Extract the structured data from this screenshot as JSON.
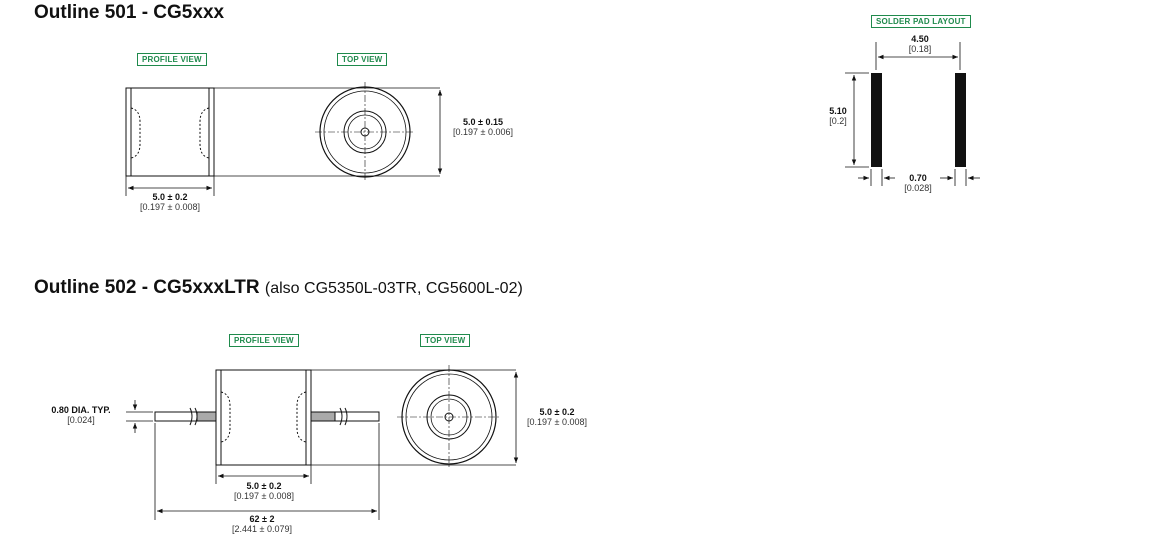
{
  "outline501": {
    "title": "Outline 501 - CG5xxx",
    "profile_label": "PROFILE VIEW",
    "top_label": "TOP VIEW",
    "width_mm": "5.0 ± 0.2",
    "width_in": "[0.197 ± 0.008]",
    "dia_mm": "5.0 ± 0.15",
    "dia_in": "[0.197 ± 0.006]"
  },
  "solder_pad": {
    "label": "SOLDER PAD LAYOUT",
    "span_mm": "4.50",
    "span_in": "[0.18]",
    "height_mm": "5.10",
    "height_in": "[0.2]",
    "pad_mm": "0.70",
    "pad_in": "[0.028]"
  },
  "outline502": {
    "title": "Outline 502 - CG5xxxLTR",
    "subtitle": "(also CG5350L-03TR, CG5600L-02)",
    "profile_label": "PROFILE VIEW",
    "top_label": "TOP VIEW",
    "lead_mm": "0.80 DIA. TYP.",
    "lead_in": "[0.024]",
    "width_mm": "5.0 ± 0.2",
    "width_in": "[0.197 ± 0.008]",
    "length_mm": "62 ± 2",
    "length_in": "[2.441 ± 0.079]",
    "dia_mm": "5.0 ± 0.2",
    "dia_in": "[0.197 ± 0.008]"
  }
}
